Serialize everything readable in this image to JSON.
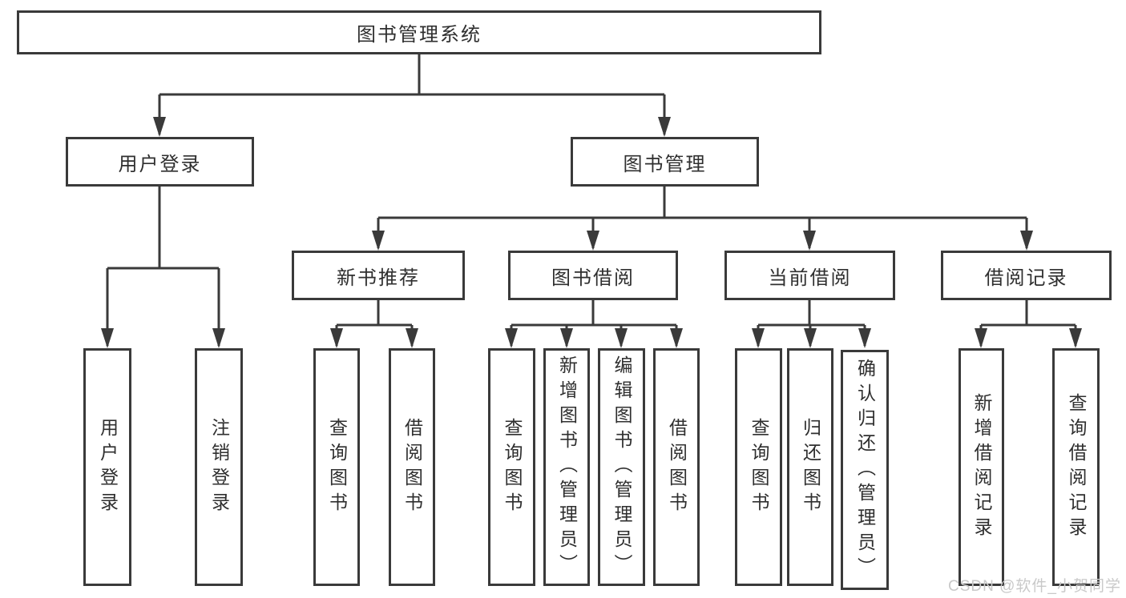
{
  "diagram": {
    "nodes": {
      "root": "图书管理系统",
      "user_login": "用户登录",
      "book_mgmt": "图书管理",
      "new_books": "新书推荐",
      "book_borrow": "图书借阅",
      "current_borrow": "当前借阅",
      "borrow_records": "借阅记录"
    },
    "leaves": {
      "user_login": [
        "用户登录",
        "注销登录"
      ],
      "new_books": [
        "查询图书",
        "借阅图书"
      ],
      "book_borrow": [
        "查询图书",
        "新增图书（管理员）",
        "编辑图书（管理员）",
        "借阅图书"
      ],
      "current_borrow": [
        "查询图书",
        "归还图书",
        "确认归还（管理员）"
      ],
      "borrow_records": [
        "新增借阅记录",
        "查询借阅记录"
      ]
    },
    "watermark": "CSDN @软件_小贺同学",
    "colors": {
      "line": "#3a3a3a",
      "text": "#2f2f2f",
      "watermark": "#c9c9c9",
      "background": "#ffffff"
    }
  }
}
